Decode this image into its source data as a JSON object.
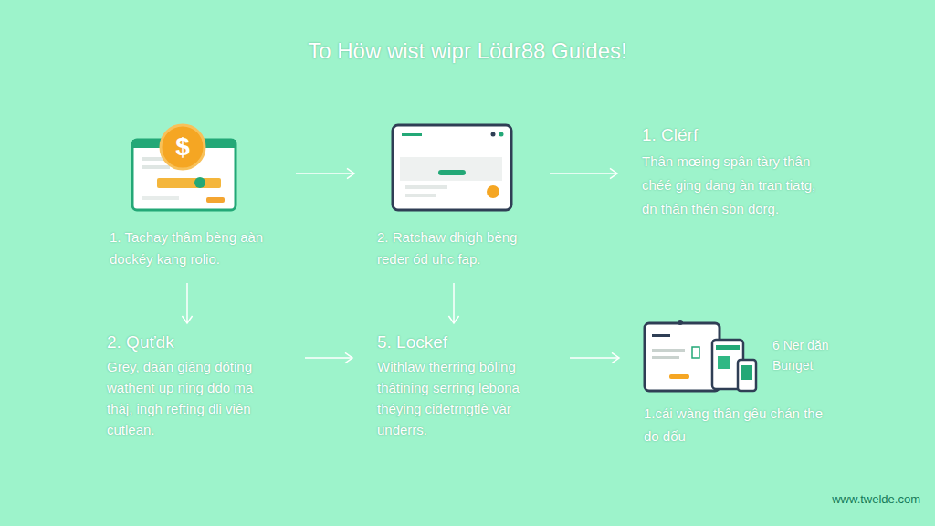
{
  "diagram": {
    "title": "To Höw wist wipr Lödr88 Guides!",
    "nodes": [
      {
        "text": [
          "1. Tachay thâm bèng aàn dockéy kang rolio."
        ]
      },
      {
        "text": [
          "2. Ratchaw dhigh bèng reder ód uhc fap."
        ]
      },
      {
        "text": [
          "1. Clérf",
          "Thân mœing spân tàry thân chéé ging dang àn tran tiatg, dn thân thén sbn dörg."
        ]
      },
      {
        "text": [
          "2. Quťdk",
          "Grey, daàn giảng dóting wathent up ning đdo ma thàj, ingh refting dli viên cutlean."
        ]
      },
      {
        "text": [
          "5. Lockef",
          "Withlaw therring bóling thâtining serring lebona théying cidetrngtlè vàr underrs."
        ]
      },
      {
        "text": [
          "6 Ner dăn Bunget",
          "1.cái wàng thân gêu chán the do dốu"
        ]
      }
    ],
    "edges": [
      {
        "from": 0,
        "to": 1,
        "arrow": "to"
      },
      {
        "from": 1,
        "to": 2,
        "arrow": "to"
      },
      {
        "from": 0,
        "to": 3,
        "arrow": "to"
      },
      {
        "from": 1,
        "to": 4,
        "arrow": "to"
      },
      {
        "from": 3,
        "to": 4,
        "arrow": "to"
      },
      {
        "from": 4,
        "to": 5,
        "arrow": "to"
      }
    ],
    "labels": [
      "$",
      "www.twelde.com"
    ]
  }
}
